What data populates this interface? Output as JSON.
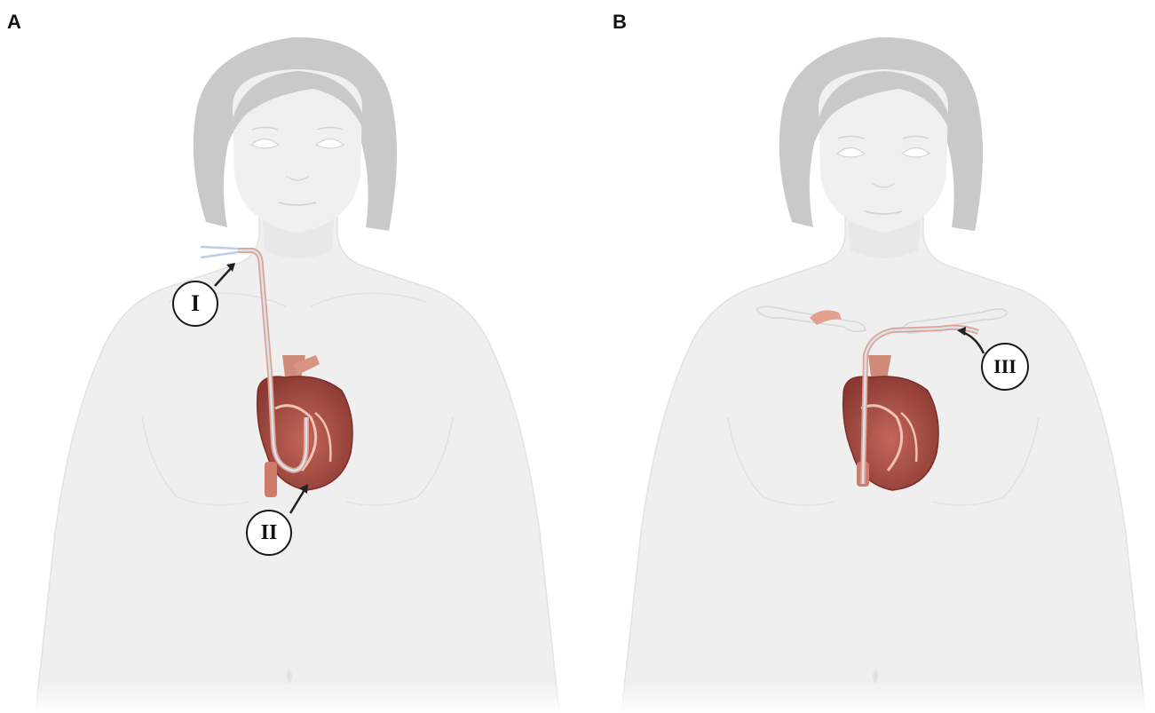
{
  "panels": [
    {
      "label": "A"
    },
    {
      "label": "B"
    }
  ],
  "callouts": {
    "one": "I",
    "two": "II",
    "three": "III"
  },
  "colors": {
    "body": "#efefef",
    "hair": "#c9c9c9",
    "outline": "#dcdcdc",
    "heart": "#b6544a",
    "heart_dark": "#7e2f2a",
    "vessel": "#e3a08f",
    "catheter": "#c9dcef",
    "bone": "#eeeeee",
    "arrow": "#222222"
  },
  "icons": [
    "torso-figure",
    "heart-icon",
    "catheter-line",
    "clavicle-bone",
    "pointer-arrow"
  ]
}
